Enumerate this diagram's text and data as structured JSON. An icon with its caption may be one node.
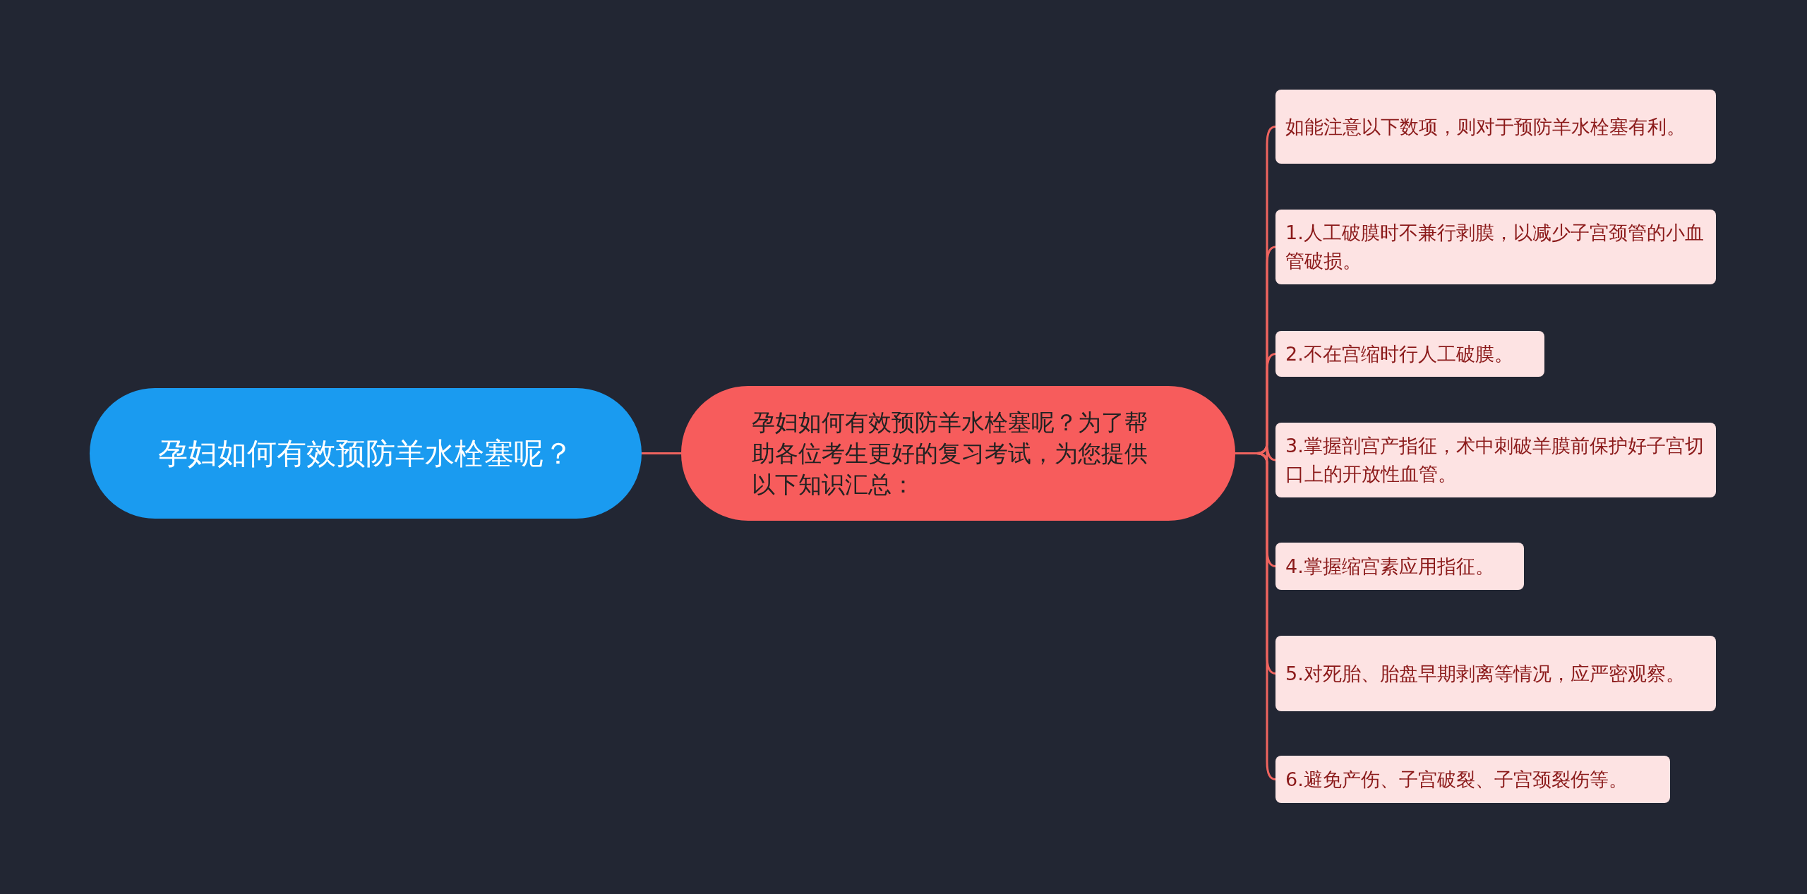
{
  "diagram": {
    "nodes": [
      {
        "text": [
          "孕妇如何有效预防羊水栓塞呢？"
        ]
      },
      {
        "text": [
          "孕妇如何有效预防羊水栓塞呢？为了帮助各位考生更好的复习考试，为您提供以下知识汇总："
        ]
      },
      {
        "text": [
          "如能注意以下数项，则对于预防羊水栓塞有利。"
        ]
      },
      {
        "text": [
          "1.人工破膜时不兼行剥膜，以减少子宫颈管的小血管破损。"
        ]
      },
      {
        "text": [
          "2.不在宫缩时行人工破膜。"
        ]
      },
      {
        "text": [
          "3.掌握剖宫产指征，术中刺破羊膜前保护好子宫切口上的开放性血管。"
        ]
      },
      {
        "text": [
          "4.掌握缩宫素应用指征。"
        ]
      },
      {
        "text": [
          "5.对死胎、胎盘早期剥离等情况，应严密观察。"
        ]
      },
      {
        "text": [
          "6.避免产伤、子宫破裂、子宫颈裂伤等。"
        ]
      }
    ],
    "edges": [
      {
        "from": 0,
        "to": 1,
        "arrow": "none"
      },
      {
        "from": 1,
        "to": 2,
        "arrow": "none"
      },
      {
        "from": 1,
        "to": 3,
        "arrow": "none"
      },
      {
        "from": 1,
        "to": 4,
        "arrow": "none"
      },
      {
        "from": 1,
        "to": 5,
        "arrow": "none"
      },
      {
        "from": 1,
        "to": 6,
        "arrow": "none"
      },
      {
        "from": 1,
        "to": 7,
        "arrow": "none"
      },
      {
        "from": 1,
        "to": 8,
        "arrow": "none"
      }
    ]
  }
}
